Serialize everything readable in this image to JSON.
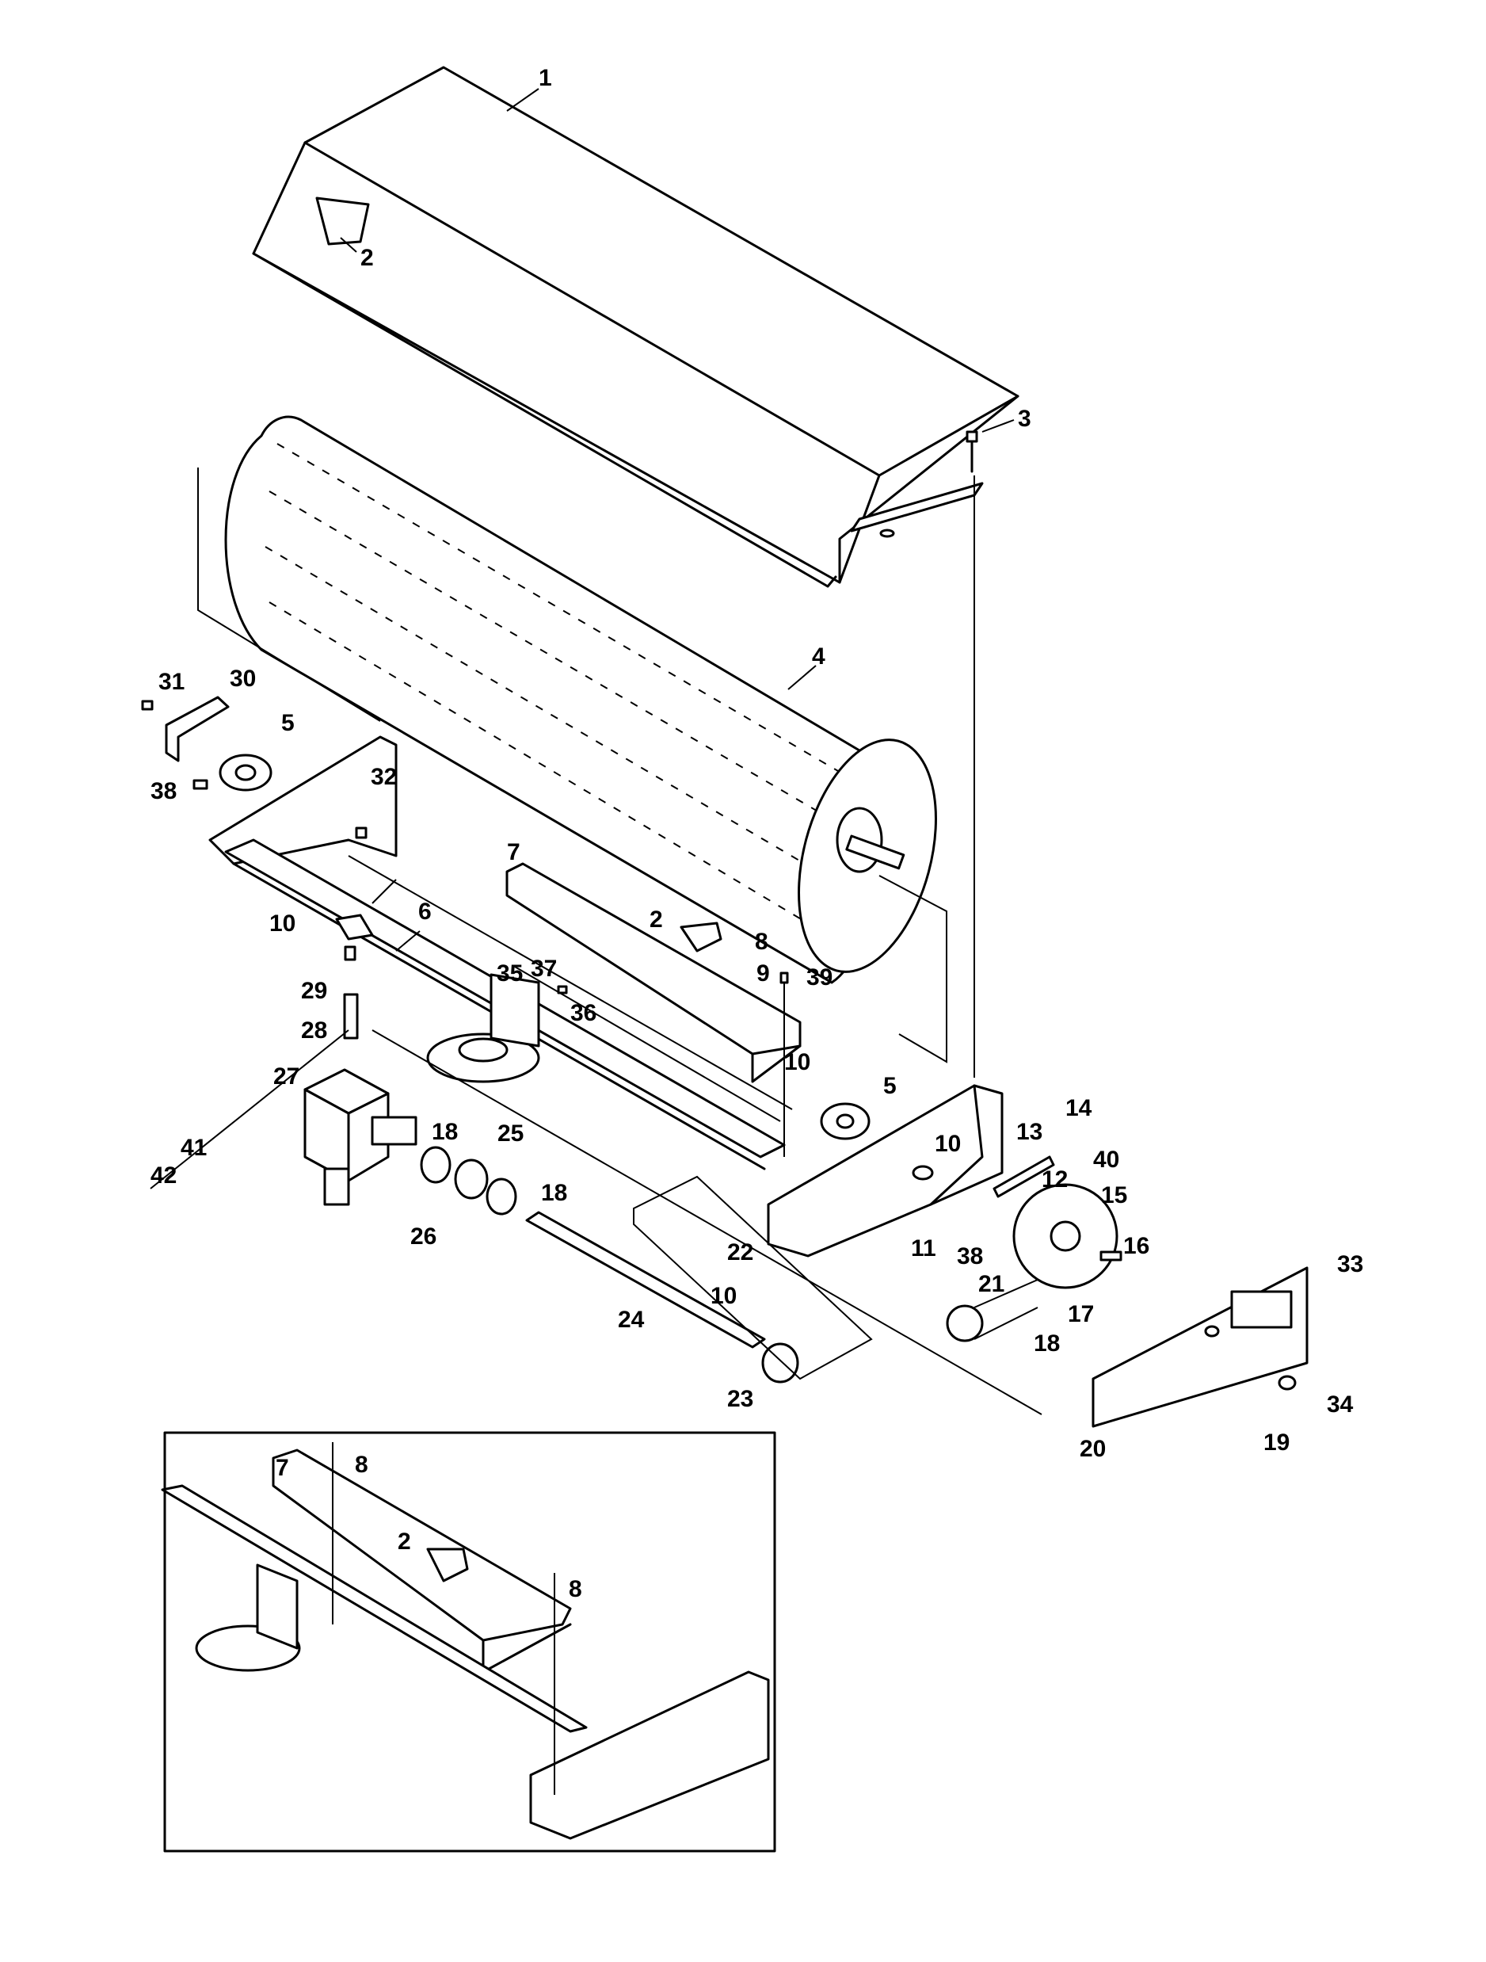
{
  "diagram": {
    "kind": "exploded-parts-view",
    "inset_present": true
  },
  "callouts": [
    {
      "id": "c1",
      "label": "1"
    },
    {
      "id": "c2a",
      "label": "2"
    },
    {
      "id": "c3",
      "label": "3"
    },
    {
      "id": "c4",
      "label": "4"
    },
    {
      "id": "c31",
      "label": "31"
    },
    {
      "id": "c30",
      "label": "30"
    },
    {
      "id": "c5a",
      "label": "5"
    },
    {
      "id": "c38a",
      "label": "38"
    },
    {
      "id": "c32",
      "label": "32"
    },
    {
      "id": "c7a",
      "label": "7"
    },
    {
      "id": "c10a",
      "label": "10"
    },
    {
      "id": "c6",
      "label": "6"
    },
    {
      "id": "c2b",
      "label": "2"
    },
    {
      "id": "c8a",
      "label": "8"
    },
    {
      "id": "c9",
      "label": "9"
    },
    {
      "id": "c39",
      "label": "39"
    },
    {
      "id": "c29",
      "label": "29"
    },
    {
      "id": "c35",
      "label": "35"
    },
    {
      "id": "c37",
      "label": "37"
    },
    {
      "id": "c36",
      "label": "36"
    },
    {
      "id": "c28",
      "label": "28"
    },
    {
      "id": "c27",
      "label": "27"
    },
    {
      "id": "c10b",
      "label": "10"
    },
    {
      "id": "c5b",
      "label": "5"
    },
    {
      "id": "c14",
      "label": "14"
    },
    {
      "id": "c18a",
      "label": "18"
    },
    {
      "id": "c25",
      "label": "25"
    },
    {
      "id": "c41",
      "label": "41"
    },
    {
      "id": "c10c",
      "label": "10"
    },
    {
      "id": "c13",
      "label": "13"
    },
    {
      "id": "c40",
      "label": "40"
    },
    {
      "id": "c42",
      "label": "42"
    },
    {
      "id": "c18b",
      "label": "18"
    },
    {
      "id": "c12",
      "label": "12"
    },
    {
      "id": "c15",
      "label": "15"
    },
    {
      "id": "c26",
      "label": "26"
    },
    {
      "id": "c22",
      "label": "22"
    },
    {
      "id": "c11",
      "label": "11"
    },
    {
      "id": "c38b",
      "label": "38"
    },
    {
      "id": "c16",
      "label": "16"
    },
    {
      "id": "c33",
      "label": "33"
    },
    {
      "id": "c21",
      "label": "21"
    },
    {
      "id": "c24",
      "label": "24"
    },
    {
      "id": "c10d",
      "label": "10"
    },
    {
      "id": "c17",
      "label": "17"
    },
    {
      "id": "c18c",
      "label": "18"
    },
    {
      "id": "c23",
      "label": "23"
    },
    {
      "id": "c34",
      "label": "34"
    },
    {
      "id": "c20",
      "label": "20"
    },
    {
      "id": "c19",
      "label": "19"
    },
    {
      "id": "c7b",
      "label": "7"
    },
    {
      "id": "c8b",
      "label": "8"
    },
    {
      "id": "c2c",
      "label": "2"
    },
    {
      "id": "c8c",
      "label": "8"
    }
  ]
}
